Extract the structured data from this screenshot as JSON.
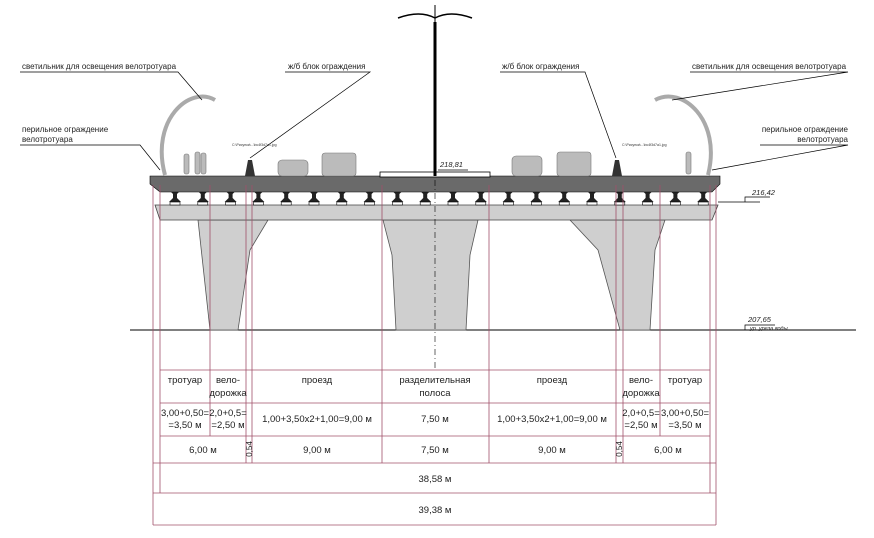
{
  "labels": {
    "lamp_left": "светильник для освещения велотротуара",
    "lamp_right": "светильник для освещения велотротуара",
    "barrier_left": "ж/б блок ограждения",
    "barrier_right": "ж/б блок ограждения",
    "railing_left_1": "перильное ограждение",
    "railing_left_2": "велотротуара",
    "railing_right_1": "перильное ограждение",
    "railing_right_2": "велотротуара",
    "image_path_left": "C:\\Рисунки\\...\\bc4f3d7a1.jpg",
    "image_path_right": "C:\\Рисунки\\...\\bc4f3d7a1.jpg"
  },
  "elevations": {
    "top": "218,81",
    "beam": "216,42",
    "water": "207,65",
    "water_note": "ур. уреза воды"
  },
  "table": {
    "header": [
      "тротуар",
      "вело-",
      "дорожка",
      "проезд",
      "разделительная",
      "полоса",
      "проезд",
      "вело-",
      "дорожка",
      "тротуар"
    ],
    "row1": {
      "sidewalk_l_1": "3,00+0,50=",
      "sidewalk_l_2": "=3,50 м",
      "bike_l_1": "2,0+0,5=",
      "bike_l_2": "=2,50 м",
      "road_l": "1,00+3,50x2+1,00=9,00 м",
      "median": "7,50 м",
      "road_r": "1,00+3,50x2+1,00=9,00 м",
      "bike_r_1": "2,0+0,5=",
      "bike_r_2": "=2,50 м",
      "sidewalk_r_1": "3,00+0,50=",
      "sidewalk_r_2": "=3,50 м"
    },
    "row2": {
      "left": "6,00 м",
      "gap_l": "0,54",
      "road_l": "9,00 м",
      "median": "7,50 м",
      "road_r": "9,00 м",
      "gap_r": "0,54",
      "right": "6,00 м"
    },
    "total_inner": "38,58 м",
    "total_outer": "39,38 м"
  }
}
